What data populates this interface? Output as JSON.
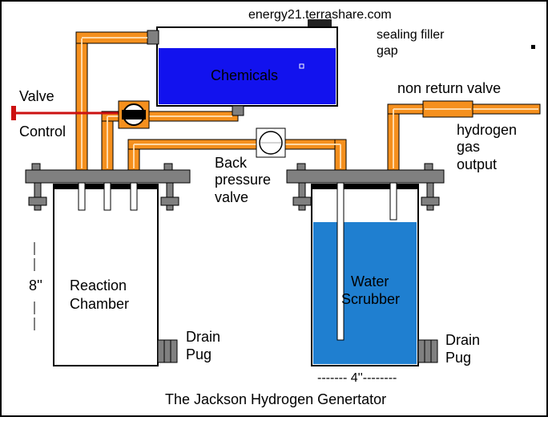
{
  "diagram": {
    "website": "energy21.terrashare.com",
    "title": "The Jackson Hydrogen Genertator",
    "colors": {
      "pipe": "#f5901e",
      "pipe_highlight": "#ffd9a8",
      "chemicals": "#1212ee",
      "water": "#1f7fd0",
      "metal": "#808080",
      "valve_red": "#cc1111"
    },
    "labels": {
      "sealing_filler": "sealing filler",
      "gap": "gap",
      "chemicals": "Chemicals",
      "valve": "Valve",
      "control": "Control",
      "non_return_valve": "non return valve",
      "hydrogen": "hydrogen",
      "gas": "gas",
      "output": "output",
      "back": "Back",
      "pressure_valve_1": "pressure",
      "pressure_valve_2": "valve",
      "reaction": "Reaction",
      "chamber": "Chamber",
      "water": "Water",
      "scrubber": "Scrubber",
      "drain1": "Drain",
      "pug1": "Pug",
      "drain2": "Drain",
      "pug2": "Pug",
      "height": "8''",
      "width": "------- 4''--------"
    }
  }
}
